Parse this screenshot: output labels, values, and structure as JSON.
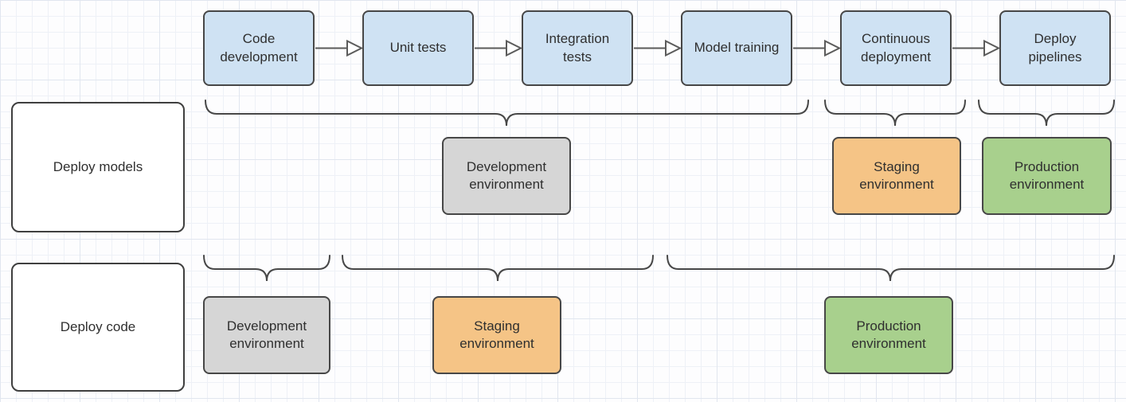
{
  "pipeline": {
    "stages": [
      {
        "label": "Code development"
      },
      {
        "label": "Unit tests"
      },
      {
        "label": "Integration tests"
      },
      {
        "label": "Model training"
      },
      {
        "label": "Continuous deployment"
      },
      {
        "label": "Deploy pipelines"
      }
    ]
  },
  "deploy_models": {
    "label": "Deploy models",
    "environments": [
      {
        "label": "Development environment",
        "type": "development"
      },
      {
        "label": "Staging environment",
        "type": "staging"
      },
      {
        "label": "Production environment",
        "type": "production"
      }
    ]
  },
  "deploy_code": {
    "label": "Deploy code",
    "environments": [
      {
        "label": "Development environment",
        "type": "development"
      },
      {
        "label": "Staging environment",
        "type": "staging"
      },
      {
        "label": "Production environment",
        "type": "production"
      }
    ]
  },
  "colors": {
    "stage_fill": "#cfe2f3",
    "development_fill": "#d6d6d6",
    "staging_fill": "#f5c486",
    "production_fill": "#a8d08d",
    "shape_border": "#474747",
    "connector": "#5b5b5b",
    "grid_minor": "#eef1f7",
    "grid_major": "#e1e6ef"
  }
}
